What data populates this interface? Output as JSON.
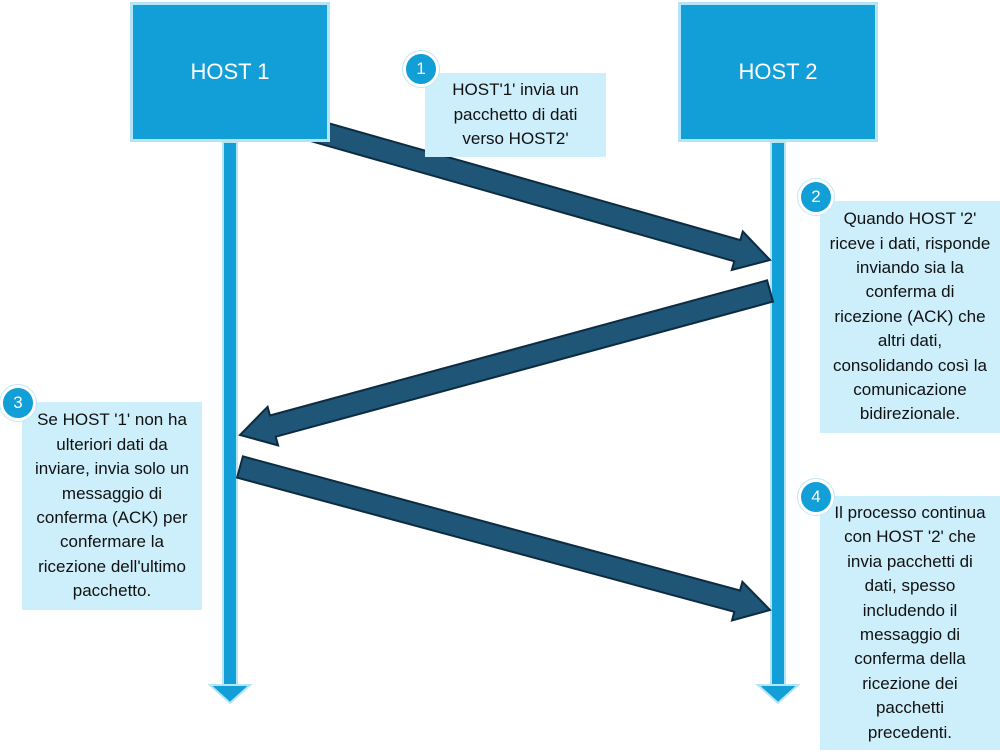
{
  "hosts": {
    "host1": "HOST 1",
    "host2": "HOST 2"
  },
  "steps": [
    {
      "number": "1",
      "text": "HOST'1' invia un\npacchetto di dati\nverso HOST2'"
    },
    {
      "number": "2",
      "text": "Quando HOST '2'\nriceve i dati, risponde\ninviando sia la\nconferma di\nricezione (ACK) che\naltri dati,\nconsolidando così la\ncomunicazione\nbidirezionale."
    },
    {
      "number": "3",
      "text": "Se HOST '1' non ha\nulteriori dati da\ninviare, invia solo un\nmessaggio di\nconferma (ACK) per\nconfermare la\nricezione dell'ultimo\npacchetto."
    },
    {
      "number": "4",
      "text": "Il processo continua\ncon HOST '2' che\ninvia pacchetti di\ndati, spesso\nincludendo il\nmessaggio di\nconferma della\nricezione dei\npacchetti\nprecedenti."
    }
  ],
  "colors": {
    "host_fill": "#129ed6",
    "lifeline": "#129ed6",
    "message_arrow": "#1f5577",
    "note_fill": "#cdeefb"
  }
}
